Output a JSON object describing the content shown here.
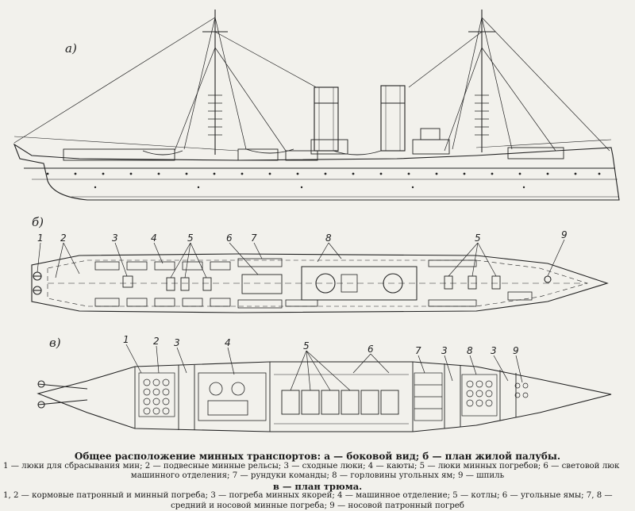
{
  "figure": {
    "panels": {
      "a": "а)",
      "b": "б)",
      "v": "в)"
    },
    "callouts_b": [
      "1",
      "2",
      "3",
      "4",
      "5",
      "6",
      "7",
      "8",
      "5",
      "9"
    ],
    "callouts_v": [
      "1",
      "2",
      "3",
      "4",
      "5",
      "6",
      "7",
      "3",
      "8",
      "3",
      "9"
    ]
  },
  "caption": {
    "title": "Общее расположение минных транспортов: а — боковой вид; б — план жилой палубы.",
    "legend_line1": "1 — люки для сбрасывания мин; 2 — подвесные минные рельсы; 3 — сходные люки; 4 — каюты; 5 — люки минных погребов; 6 — световой люк",
    "legend_line2": "машинного отделения; 7 — рундуки команды; 8 — горловины угольных ям; 9 — шпиль",
    "subtitle": "в — план трюма.",
    "legend_line3": "1, 2 — кормовые патронный и минный погреба; 3 — погреба минных якорей; 4 — машинное отделение; 5 — котлы; 6 — угольные ямы; 7, 8 —",
    "legend_line4": "средний и носовой минные погреба; 9 — носовой патронный погреб"
  }
}
